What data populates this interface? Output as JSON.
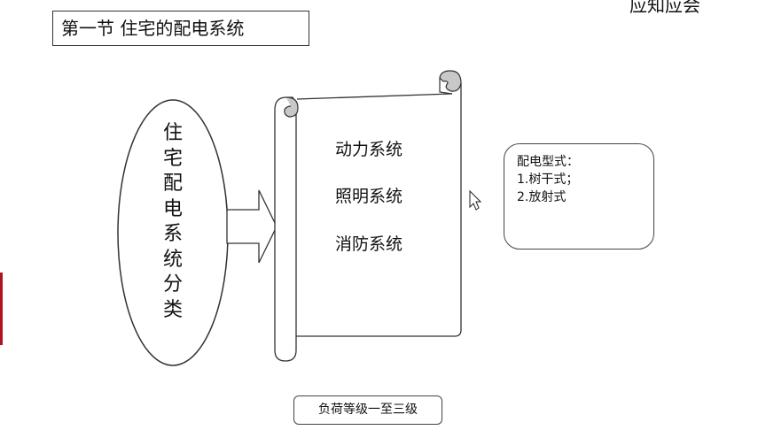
{
  "title": "第一节  住宅的配电系统",
  "corner_text": "应知应会",
  "oval_text": "住\n宅\n配\n电\n系\n统\n分\n类",
  "scroll_items": [
    "动力系统",
    "照明系统",
    "消防系统"
  ],
  "info_box": {
    "heading": "配电型式：",
    "lines": [
      "1.树干式；",
      "2.放射式"
    ]
  },
  "bottom_label": "负荷等级一至三级",
  "colors": {
    "accent_bar": "#b0121f",
    "scroll_curl": "#c8c8c8"
  },
  "icons": [
    "mouse-cursor-icon"
  ]
}
